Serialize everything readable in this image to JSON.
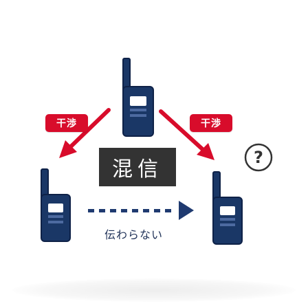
{
  "labels": {
    "interference_left": "干渉",
    "interference_right": "干渉",
    "crosstalk": "混信",
    "not_transmitted": "伝わらない",
    "question": "?"
  },
  "colors": {
    "radio_body": "#1a3766",
    "radio_outline": "#0e2147",
    "radio_screen": "#ffffff",
    "signal_red": "#d80c2b",
    "crosstalk_box": "#333333",
    "dashed_arrow": "#1f3a70"
  },
  "icons": {
    "radios": [
      "handheld-radio-icon",
      "handheld-radio-icon",
      "handheld-radio-icon"
    ],
    "confused": "question-bubble-icon"
  }
}
